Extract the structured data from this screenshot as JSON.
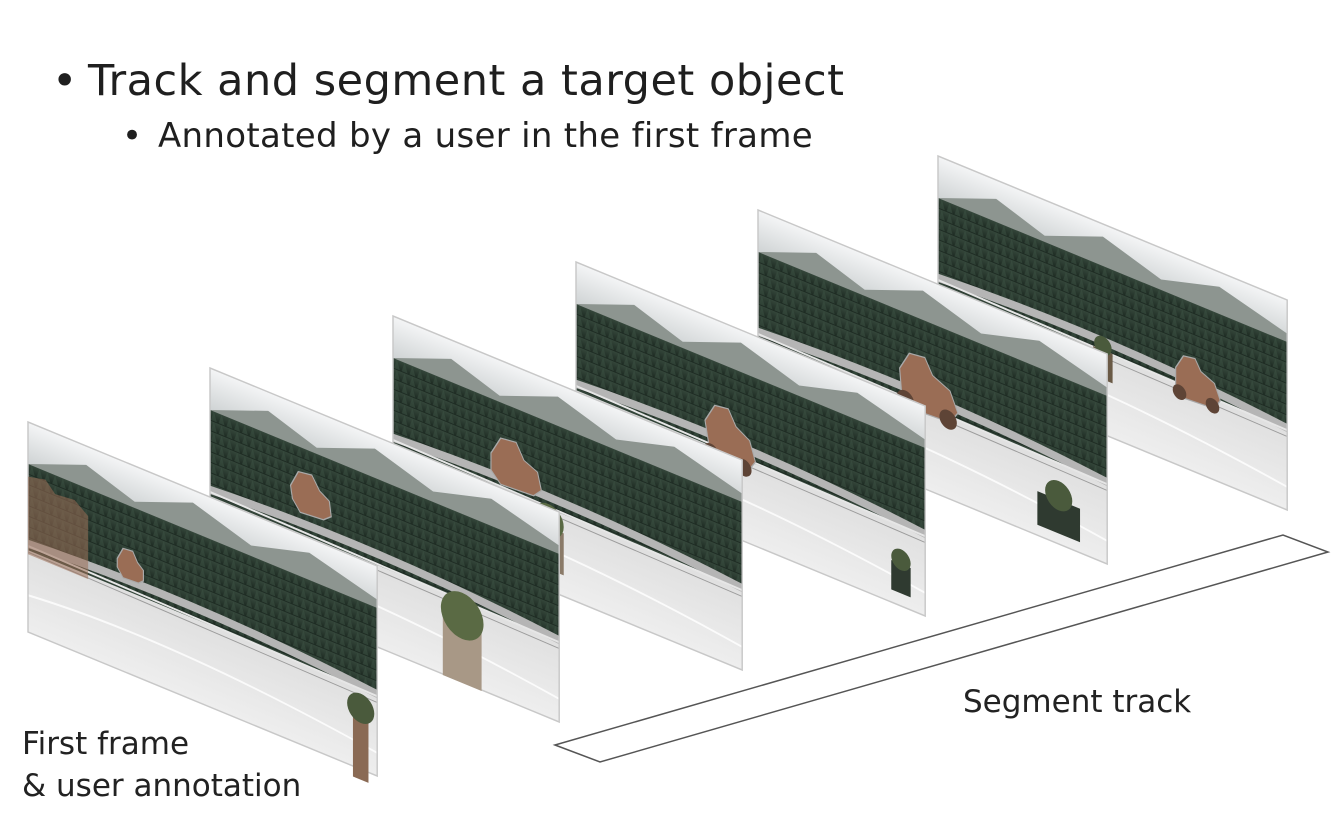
{
  "bullets": {
    "main": {
      "marker": "•",
      "text": "Track and segment a target object"
    },
    "sub": {
      "marker": "•",
      "text": "Annotated by a user in the first frame"
    }
  },
  "labels": {
    "first_frame_line1": "First frame",
    "first_frame_line2": "& user annotation",
    "segment_track": "Segment track"
  },
  "frames": [
    {
      "name": "frame-1",
      "role": "first-frame",
      "annotated": true
    },
    {
      "name": "frame-2",
      "role": "track-frame",
      "annotated": true
    },
    {
      "name": "frame-3",
      "role": "track-frame",
      "annotated": true
    },
    {
      "name": "frame-4",
      "role": "track-frame",
      "annotated": true
    },
    {
      "name": "frame-5",
      "role": "track-frame",
      "annotated": true
    },
    {
      "name": "frame-6",
      "role": "track-frame",
      "annotated": true
    }
  ],
  "colors": {
    "sky": "#e9ebec",
    "forest": "#2a3a2c",
    "road": "#dcdcdc",
    "annotation_mask": "#9a6d55",
    "annotation_outline": "#a9a9a9"
  }
}
